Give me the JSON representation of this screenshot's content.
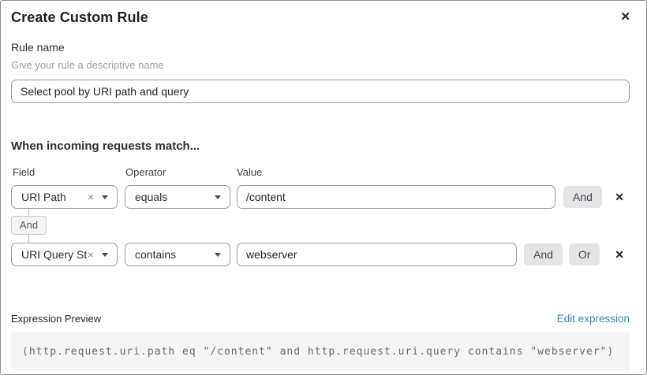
{
  "dialog": {
    "title": "Create Custom Rule"
  },
  "icons": {
    "close": "✕",
    "remove": "✕",
    "clear": "×"
  },
  "rule_name": {
    "label": "Rule name",
    "helper": "Give your rule a descriptive name",
    "value": "Select pool by URI path and query"
  },
  "matcher": {
    "heading": "When incoming requests match...",
    "column_labels": {
      "field": "Field",
      "operator": "Operator",
      "value": "Value"
    },
    "rows": [
      {
        "field": "URI Path",
        "operator": "equals",
        "value": "/content",
        "connectors": [
          "And"
        ]
      },
      {
        "field": "URI Query St...",
        "operator": "contains",
        "value": "webserver",
        "connectors": [
          "And",
          "Or"
        ]
      }
    ],
    "group_connector": "And"
  },
  "expression": {
    "label": "Expression Preview",
    "edit_link": "Edit expression",
    "code": "(http.request.uri.path eq \"/content\" and http.request.uri.query contains \"webserver\")"
  },
  "colors": {
    "link_blue": "#3787b7",
    "button_gray": "#e4e4e6",
    "code_bg": "#f5f5f5",
    "border_gray": "#9a9a9a"
  }
}
